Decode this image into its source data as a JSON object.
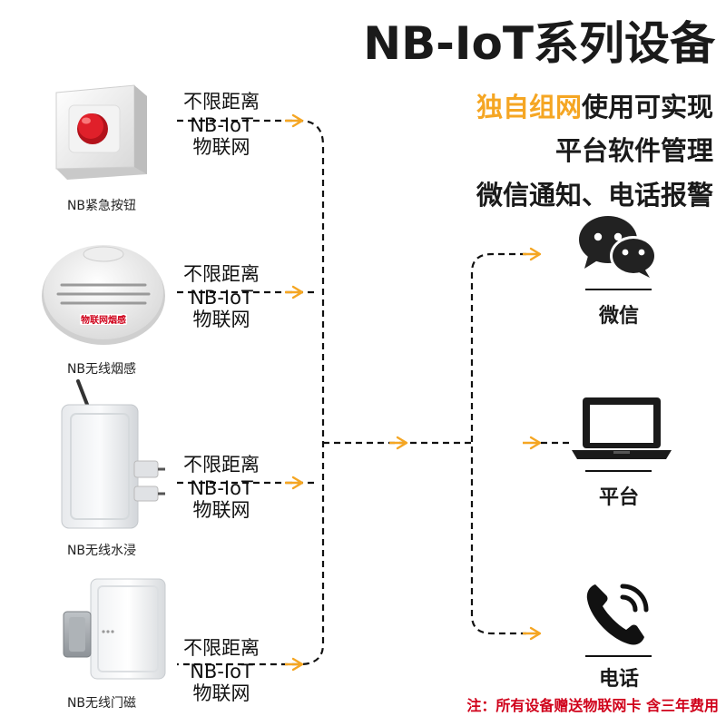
{
  "header": {
    "title": "NB-IoT系列设备"
  },
  "features": {
    "line1_highlight": "独自组网",
    "line1_rest": "使用可实现",
    "line2": "平台软件管理",
    "line3": "微信通知、电话报警"
  },
  "devices": [
    {
      "label": "NB紧急按钮"
    },
    {
      "label": "NB无线烟感",
      "device_print": "物联网烟感"
    },
    {
      "label": "NB无线水浸"
    },
    {
      "label": "NB无线门磁"
    }
  ],
  "link_text": {
    "line1": "不限距离",
    "line2": "NB-IoT",
    "line3": "物联网"
  },
  "targets": [
    {
      "label": "微信",
      "icon": "wechat-icon"
    },
    {
      "label": "平台",
      "icon": "laptop-icon"
    },
    {
      "label": "电话",
      "icon": "phone-icon"
    }
  ],
  "footnote": "注：所有设备赠送物联网卡 含三年费用",
  "colors": {
    "accent": "#f5a623",
    "footnote": "#d0021b",
    "button": "#e0202a",
    "text": "#1a1a1a"
  }
}
